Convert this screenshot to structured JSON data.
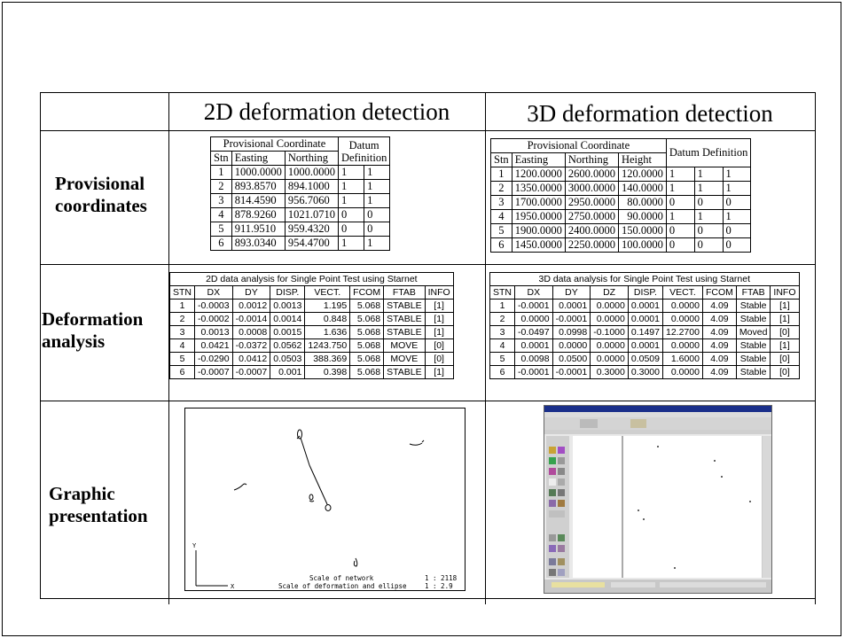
{
  "headers": {
    "col2d": "2D deformation detection",
    "col3d": "3D deformation detection"
  },
  "rows": {
    "provisional_l1": "Provisional",
    "provisional_l2": "coordinates",
    "deformation_l1": "Deformation",
    "deformation_l2": "analysis",
    "graphic_l1": "Graphic",
    "graphic_l2": "presentation"
  },
  "prov2d": {
    "cap_coord": "Provisional Coordinate",
    "cap_datum1": "Datum",
    "cap_datum2": "Definition",
    "h_stn": "Stn",
    "h_e": "Easting",
    "h_n": "Northing",
    "rows": [
      [
        "1",
        "1000.0000",
        "1000.0000",
        "1",
        "1"
      ],
      [
        "2",
        "893.8570",
        "894.1000",
        "1",
        "1"
      ],
      [
        "3",
        "814.4590",
        "956.7060",
        "1",
        "1"
      ],
      [
        "4",
        "878.9260",
        "1021.0710",
        "0",
        "0"
      ],
      [
        "5",
        "911.9510",
        "959.4320",
        "0",
        "0"
      ],
      [
        "6",
        "893.0340",
        "954.4700",
        "1",
        "1"
      ]
    ]
  },
  "prov3d": {
    "cap_coord": "Provisional Coordinate",
    "cap_datum": "Datum Definition",
    "h_stn": "Stn",
    "h_e": "Easting",
    "h_n": "Northing",
    "h_h": "Height",
    "rows": [
      [
        "1",
        "1200.0000",
        "2600.0000",
        "120.0000",
        "1",
        "1",
        "1"
      ],
      [
        "2",
        "1350.0000",
        "3000.0000",
        "140.0000",
        "1",
        "1",
        "1"
      ],
      [
        "3",
        "1700.0000",
        "2950.0000",
        "80.0000",
        "0",
        "0",
        "0"
      ],
      [
        "4",
        "1950.0000",
        "2750.0000",
        "90.0000",
        "1",
        "1",
        "1"
      ],
      [
        "5",
        "1900.0000",
        "2400.0000",
        "150.0000",
        "0",
        "0",
        "0"
      ],
      [
        "6",
        "1450.0000",
        "2250.0000",
        "100.0000",
        "0",
        "0",
        "0"
      ]
    ]
  },
  "def2d": {
    "caption": "2D data analysis for Single Point Test using Starnet",
    "headers": [
      "STN",
      "DX",
      "DY",
      "DISP.",
      "VECT.",
      "FCOM",
      "FTAB",
      "INFO"
    ],
    "rows": [
      [
        "1",
        "-0.0003",
        "0.0012",
        "0.0013",
        "1.195",
        "5.068",
        "STABLE",
        "[1]"
      ],
      [
        "2",
        "-0.0002",
        "-0.0014",
        "0.0014",
        "0.848",
        "5.068",
        "STABLE",
        "[1]"
      ],
      [
        "3",
        "0.0013",
        "0.0008",
        "0.0015",
        "1.636",
        "5.068",
        "STABLE",
        "[1]"
      ],
      [
        "4",
        "0.0421",
        "-0.0372",
        "0.0562",
        "1243.750",
        "5.068",
        "MOVE",
        "[0]"
      ],
      [
        "5",
        "-0.0290",
        "0.0412",
        "0.0503",
        "388.369",
        "5.068",
        "MOVE",
        "[0]"
      ],
      [
        "6",
        "-0.0007",
        "-0.0007",
        "0.001",
        "0.398",
        "5.068",
        "STABLE",
        "[1]"
      ]
    ]
  },
  "def3d": {
    "caption": "3D data analysis for Single Point Test using Starnet",
    "headers": [
      "STN",
      "DX",
      "DY",
      "DZ",
      "DISP.",
      "VECT.",
      "FCOM",
      "FTAB",
      "INFO"
    ],
    "rows": [
      [
        "1",
        "-0.0001",
        "0.0001",
        "0.0000",
        "0.0001",
        "0.0000",
        "4.09",
        "Stable",
        "[1]"
      ],
      [
        "2",
        "0.0000",
        "-0.0001",
        "0.0000",
        "0.0001",
        "0.0000",
        "4.09",
        "Stable",
        "[1]"
      ],
      [
        "3",
        "-0.0497",
        "0.0998",
        "-0.1000",
        "0.1497",
        "12.2700",
        "4.09",
        "Moved",
        "[0]"
      ],
      [
        "4",
        "0.0001",
        "0.0000",
        "0.0000",
        "0.0001",
        "0.0000",
        "4.09",
        "Stable",
        "[1]"
      ],
      [
        "5",
        "0.0098",
        "0.0500",
        "0.0000",
        "0.0509",
        "1.6000",
        "4.09",
        "Stable",
        "[0]"
      ],
      [
        "6",
        "-0.0001",
        "-0.0001",
        "0.3000",
        "0.3000",
        "0.0000",
        "4.09",
        "Stable",
        "[0]"
      ]
    ]
  },
  "plot2d": {
    "axis_y": "Y",
    "axis_x": "X",
    "scale_network": "Scale of network",
    "scale_network_val": "1 : 2118",
    "scale_deform": "Scale of deformation and ellipse",
    "scale_deform_val": "1 : 2.9"
  }
}
